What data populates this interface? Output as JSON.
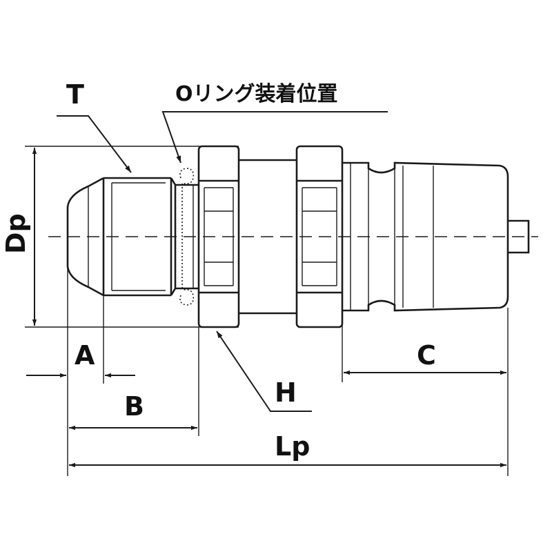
{
  "labels": {
    "T": "T",
    "oring": "Oリング装着位置",
    "Dp": "Dp",
    "A": "A",
    "B": "B",
    "C": "C",
    "H": "H",
    "Lp": "Lp"
  }
}
